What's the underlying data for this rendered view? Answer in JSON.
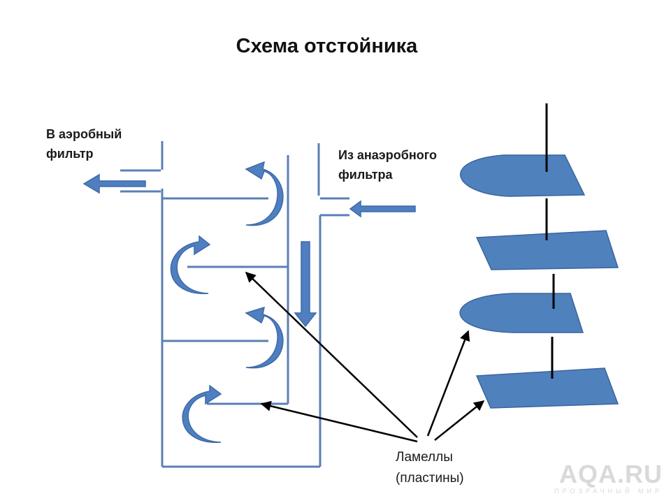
{
  "diagram": {
    "title": "Схема отстойника",
    "outlet_label": [
      "В аэробный",
      "фильтр"
    ],
    "inlet_label": [
      "Из анаэробного",
      "фильтра"
    ],
    "lamella_label": [
      "Ламеллы",
      "(пластины)"
    ],
    "colors": {
      "structure": "#5b7fb5",
      "arrow_fill": "#4f7fc0",
      "arrow_dark": "#3b6aa8",
      "plate_fill": "#4f81bd",
      "plate_stroke": "#3a659d",
      "pointer": "#000000"
    }
  },
  "watermark": {
    "brand": "AQA.RU",
    "tagline": "ПРОЗРАЧНЫЙ МИР"
  }
}
